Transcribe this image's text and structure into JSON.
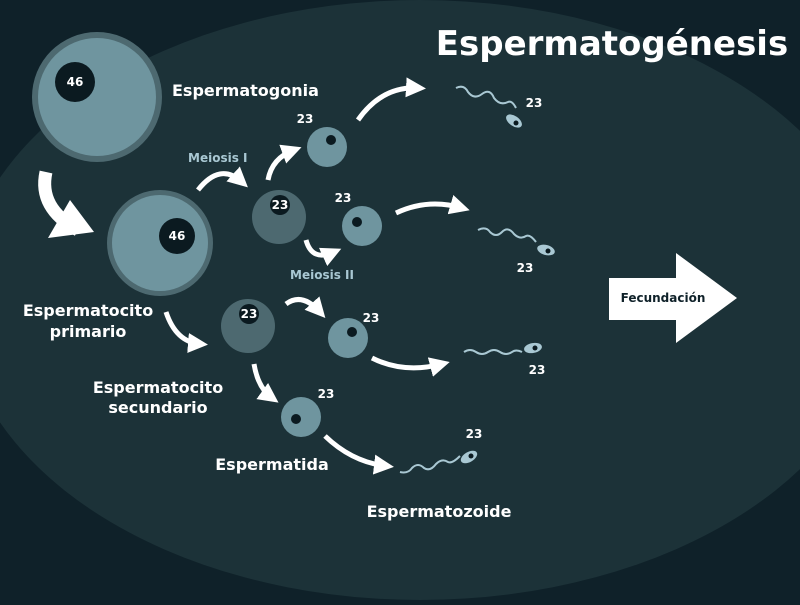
{
  "title": "Espermatogénesis",
  "stages": {
    "spermatogonium": "Espermatogonia",
    "primary_1": "Espermatocito",
    "primary_2": "primario",
    "secondary_1": "Espermatocito",
    "secondary_2": "secundario",
    "spermatid": "Espermatida",
    "spermatozoon": "Espermatozoide"
  },
  "meiosis": {
    "first": "Meiosis I",
    "second": "Meiosis II"
  },
  "fertilization": "Fecundación",
  "chromosomes": {
    "diploid": "46",
    "haploid": "23"
  },
  "colors": {
    "background": "#0f2129",
    "ellipse": "#1c3238",
    "cell_light": "#6f959f",
    "cell_dark": "#4d6970",
    "nucleus": "#0b1a20",
    "text": "#ffffff",
    "meiosis_text": "#a9c8d3"
  }
}
